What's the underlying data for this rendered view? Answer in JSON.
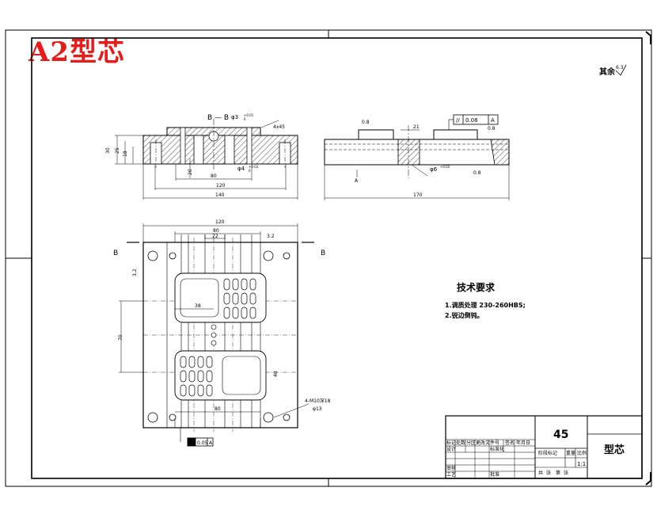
{
  "title": "A2型芯",
  "surface_note": "其余",
  "surface_note_value": "6.3",
  "section_label": "B — B",
  "section_labels": {
    "b_left": "B",
    "b_right": "B"
  },
  "front_view": {
    "dims": [
      "30",
      "25",
      "18",
      "20",
      "80",
      "120",
      "140",
      "4x45",
      "φ3",
      "φ4"
    ],
    "fits": {
      "d1": "+0.01",
      "d2": "0",
      "d3": "+0.02",
      "d4": "0"
    }
  },
  "side_view": {
    "dims": [
      "170",
      "21",
      "φ6",
      "0.8",
      "0.8",
      "0.8"
    ],
    "tolerance_frame": {
      "symbol": "//",
      "value": "0.08",
      "datum": "A"
    },
    "datum_a": "A",
    "fit": "+0.02"
  },
  "plan_view": {
    "dims": [
      "120",
      "80",
      "22",
      "38",
      "70",
      "80",
      "40",
      "3.2",
      "3.2",
      "4-M10深18",
      "φ13"
    ],
    "flatness": {
      "value": "0.05",
      "datum": "A"
    }
  },
  "tech_requirements": {
    "heading": "技术要求",
    "items": [
      "1.调质处理 230-260HBS;",
      "2.锐边倒钝。"
    ]
  },
  "title_block": {
    "material": "45",
    "part_name": "型芯",
    "scale": "1:1",
    "labels": [
      "标记",
      "处数",
      "分区",
      "更改文件号",
      "签名",
      "年月日",
      "设计",
      "标准化",
      "审核",
      "工艺",
      "批准",
      "阶段标记",
      "重量",
      "比例",
      "共",
      "张",
      "第",
      "张"
    ]
  }
}
